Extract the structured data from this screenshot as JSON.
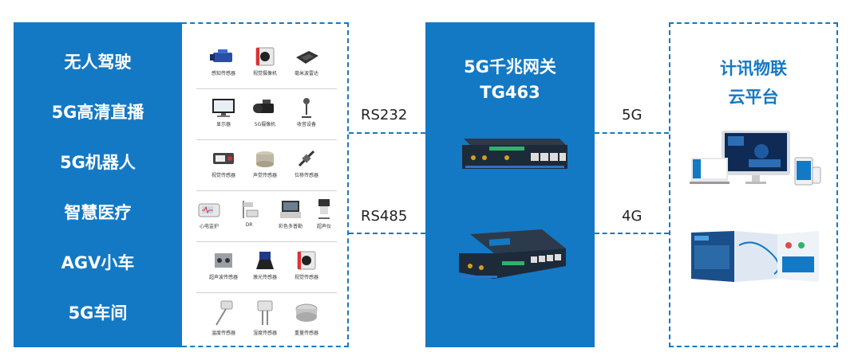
{
  "applications": [
    "无人驾驶",
    "5G高清直播",
    "5G机器人",
    "智慧医疗",
    "AGV小车",
    "5G车间"
  ],
  "devices": [
    [
      {
        "label": "感知传感器",
        "icon": "industrial-camera-icon"
      },
      {
        "label": "视觉摄像机",
        "icon": "vision-camera-icon"
      },
      {
        "label": "毫米波雷达",
        "icon": "radar-icon"
      }
    ],
    [
      {
        "label": "显示器",
        "icon": "monitor-icon"
      },
      {
        "label": "5G摄像机",
        "icon": "video-camera-icon"
      },
      {
        "label": "收音设备",
        "icon": "microphone-icon"
      }
    ],
    [
      {
        "label": "视觉传感器",
        "icon": "vision-sensor-icon"
      },
      {
        "label": "声觉传感器",
        "icon": "sound-sensor-icon"
      },
      {
        "label": "位移传感器",
        "icon": "displacement-sensor-icon"
      }
    ],
    [
      {
        "label": "心电监护",
        "icon": "ecg-monitor-icon"
      },
      {
        "label": "DR",
        "icon": "xray-icon"
      },
      {
        "label": "彩色多普勒",
        "icon": "ultrasound-icon"
      },
      {
        "label": "超声仪",
        "icon": "ultrasound-cart-icon"
      }
    ],
    [
      {
        "label": "超声波传感器",
        "icon": "ultrasonic-sensor-icon"
      },
      {
        "label": "激光传感器",
        "icon": "laser-sensor-icon"
      },
      {
        "label": "视觉传感器",
        "icon": "vision-sensor-2-icon"
      }
    ],
    [
      {
        "label": "温度传感器",
        "icon": "temperature-sensor-icon"
      },
      {
        "label": "湿度传感器",
        "icon": "humidity-sensor-icon"
      },
      {
        "label": "重量传感器",
        "icon": "weight-sensor-icon"
      }
    ]
  ],
  "left_links": [
    "RS232",
    "RS485"
  ],
  "gateway": {
    "title_line1": "5G千兆网关",
    "title_line2": "TG463"
  },
  "right_links": [
    "5G",
    "4G"
  ],
  "cloud": {
    "title_line1": "计讯物联",
    "title_line2": "云平台"
  },
  "colors": {
    "brand_blue": "#1479c4",
    "device_dark": "#1d2a3a",
    "port_green": "#2db36b"
  }
}
